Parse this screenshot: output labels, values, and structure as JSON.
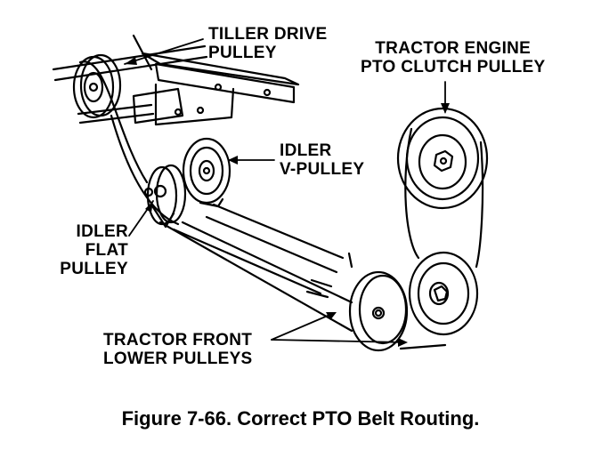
{
  "labels": {
    "tiller_drive": [
      "TILLER DRIVE",
      "PULLEY"
    ],
    "engine_pto": [
      "TRACTOR ENGINE",
      "PTO CLUTCH PULLEY"
    ],
    "idler_v": [
      "IDLER",
      "V-PULLEY"
    ],
    "idler_flat": [
      "IDLER",
      "FLAT",
      "PULLEY"
    ],
    "front_lower": [
      "TRACTOR FRONT",
      "LOWER PULLEYS"
    ]
  },
  "caption": "Figure 7-66. Correct PTO Belt Routing."
}
